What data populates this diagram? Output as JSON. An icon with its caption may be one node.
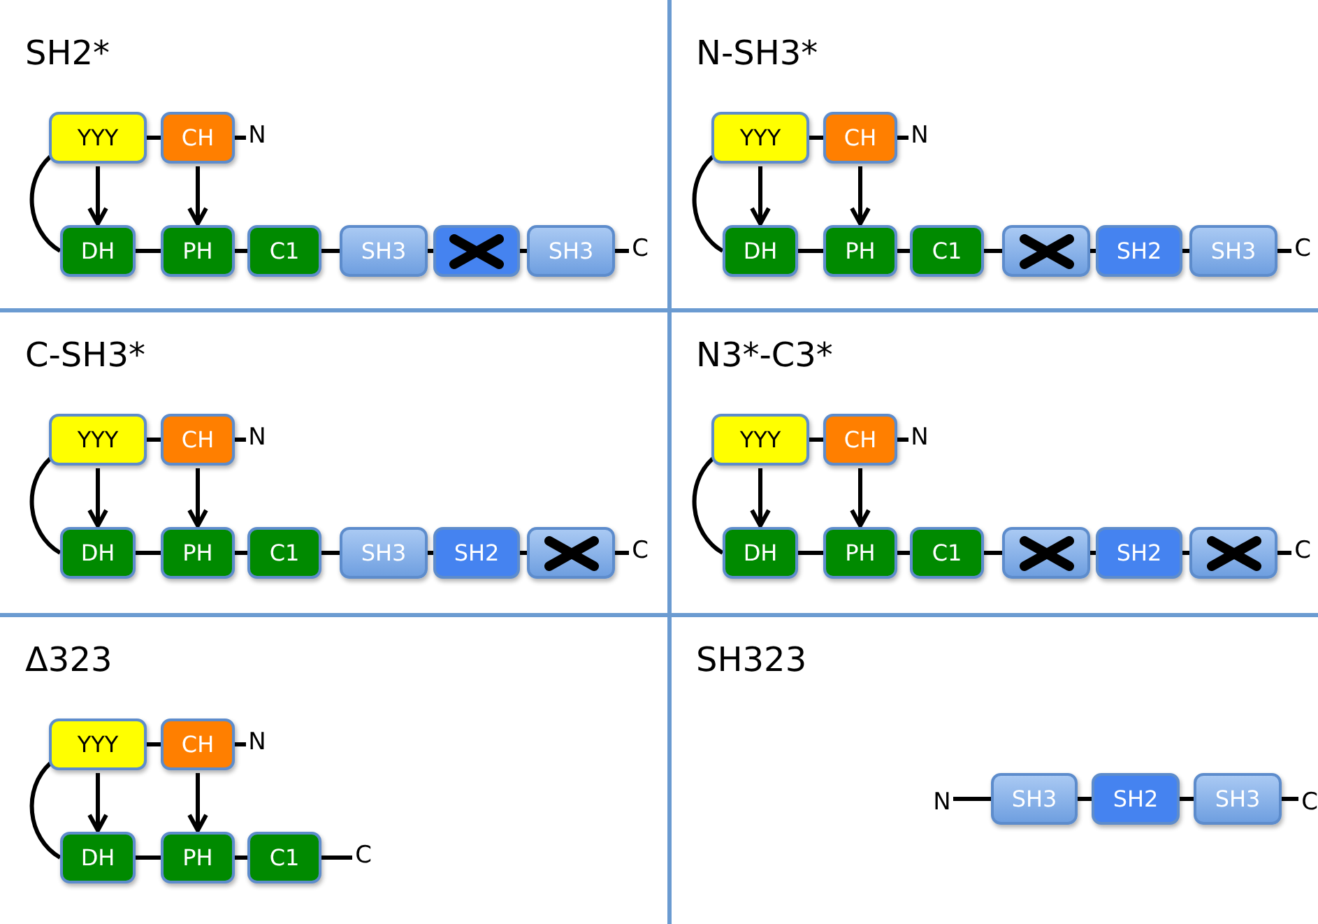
{
  "diagram": {
    "nodes": [
      {
        "text": [
          "SH2*"
        ]
      },
      {
        "text": [
          "YYY"
        ],
        "in": 0
      },
      {
        "text": [
          "CH"
        ],
        "in": 0
      },
      {
        "text": [
          "N"
        ],
        "in": 0
      },
      {
        "text": [
          "DH"
        ],
        "in": 0
      },
      {
        "text": [
          "PH"
        ],
        "in": 0
      },
      {
        "text": [
          "C1"
        ],
        "in": 0
      },
      {
        "text": [
          "SH3"
        ],
        "in": 0
      },
      {
        "text": [],
        "shape": "box",
        "in": 0
      },
      {
        "text": [
          "SH3"
        ],
        "in": 0
      },
      {
        "text": [
          "C"
        ],
        "in": 0
      },
      {
        "text": [
          "N-SH3*"
        ]
      },
      {
        "text": [
          "YYY"
        ],
        "in": 11
      },
      {
        "text": [
          "CH"
        ],
        "in": 11
      },
      {
        "text": [
          "N"
        ],
        "in": 11
      },
      {
        "text": [
          "DH"
        ],
        "in": 11
      },
      {
        "text": [
          "PH"
        ],
        "in": 11
      },
      {
        "text": [
          "C1"
        ],
        "in": 11
      },
      {
        "text": [],
        "shape": "box",
        "in": 11
      },
      {
        "text": [
          "SH2"
        ],
        "in": 11
      },
      {
        "text": [
          "SH3"
        ],
        "in": 11
      },
      {
        "text": [
          "C"
        ],
        "in": 11
      },
      {
        "text": [
          "C-SH3*"
        ]
      },
      {
        "text": [
          "YYY"
        ],
        "in": 22
      },
      {
        "text": [
          "CH"
        ],
        "in": 22
      },
      {
        "text": [
          "N"
        ],
        "in": 22
      },
      {
        "text": [
          "DH"
        ],
        "in": 22
      },
      {
        "text": [
          "PH"
        ],
        "in": 22
      },
      {
        "text": [
          "C1"
        ],
        "in": 22
      },
      {
        "text": [
          "SH3"
        ],
        "in": 22
      },
      {
        "text": [
          "SH2"
        ],
        "in": 22
      },
      {
        "text": [],
        "shape": "box",
        "in": 22
      },
      {
        "text": [
          "C"
        ],
        "in": 22
      },
      {
        "text": [
          "N3*-C3*"
        ]
      },
      {
        "text": [
          "YYY"
        ],
        "in": 33
      },
      {
        "text": [
          "CH"
        ],
        "in": 33
      },
      {
        "text": [
          "N"
        ],
        "in": 33
      },
      {
        "text": [
          "DH"
        ],
        "in": 33
      },
      {
        "text": [
          "PH"
        ],
        "in": 33
      },
      {
        "text": [
          "C1"
        ],
        "in": 33
      },
      {
        "text": [],
        "shape": "box",
        "in": 33
      },
      {
        "text": [
          "SH2"
        ],
        "in": 33
      },
      {
        "text": [],
        "shape": "box",
        "in": 33
      },
      {
        "text": [
          "C"
        ],
        "in": 33
      },
      {
        "text": [
          "Δ323"
        ]
      },
      {
        "text": [
          "YYY"
        ],
        "in": 44
      },
      {
        "text": [
          "CH"
        ],
        "in": 44
      },
      {
        "text": [
          "N"
        ],
        "in": 44
      },
      {
        "text": [
          "DH"
        ],
        "in": 44
      },
      {
        "text": [
          "PH"
        ],
        "in": 44
      },
      {
        "text": [
          "C1"
        ],
        "in": 44
      },
      {
        "text": [
          "C"
        ],
        "in": 44
      },
      {
        "text": [
          "SH323"
        ]
      },
      {
        "text": [
          "N"
        ],
        "in": 52
      },
      {
        "text": [
          "SH3"
        ],
        "in": 52
      },
      {
        "text": [
          "SH2"
        ],
        "in": 52
      },
      {
        "text": [
          "SH3"
        ],
        "in": 52
      },
      {
        "text": [
          "C"
        ],
        "in": 52
      }
    ],
    "edges": [
      {
        "from": 1,
        "to": 2,
        "arrow": "none"
      },
      {
        "from": 2,
        "to": 3,
        "arrow": "none"
      },
      {
        "from": 1,
        "to": 4,
        "arrow": "to"
      },
      {
        "from": 1,
        "to": 4,
        "arrow": "none"
      },
      {
        "from": 2,
        "to": 5,
        "arrow": "to"
      },
      {
        "from": 4,
        "to": 5,
        "arrow": "none"
      },
      {
        "from": 5,
        "to": 6,
        "arrow": "none"
      },
      {
        "from": 6,
        "to": 7,
        "arrow": "none"
      },
      {
        "from": 7,
        "to": 8,
        "arrow": "none"
      },
      {
        "from": 8,
        "to": 9,
        "arrow": "none"
      },
      {
        "from": 9,
        "to": 10,
        "arrow": "none"
      },
      {
        "from": 12,
        "to": 13,
        "arrow": "none"
      },
      {
        "from": 13,
        "to": 14,
        "arrow": "none"
      },
      {
        "from": 12,
        "to": 15,
        "arrow": "to"
      },
      {
        "from": 12,
        "to": 15,
        "arrow": "none"
      },
      {
        "from": 13,
        "to": 16,
        "arrow": "to"
      },
      {
        "from": 15,
        "to": 16,
        "arrow": "none"
      },
      {
        "from": 16,
        "to": 17,
        "arrow": "none"
      },
      {
        "from": 17,
        "to": 18,
        "arrow": "none"
      },
      {
        "from": 18,
        "to": 19,
        "arrow": "none"
      },
      {
        "from": 19,
        "to": 20,
        "arrow": "none"
      },
      {
        "from": 20,
        "to": 21,
        "arrow": "none"
      },
      {
        "from": 23,
        "to": 24,
        "arrow": "none"
      },
      {
        "from": 24,
        "to": 25,
        "arrow": "none"
      },
      {
        "from": 23,
        "to": 26,
        "arrow": "to"
      },
      {
        "from": 23,
        "to": 26,
        "arrow": "none"
      },
      {
        "from": 24,
        "to": 27,
        "arrow": "to"
      },
      {
        "from": 26,
        "to": 27,
        "arrow": "none"
      },
      {
        "from": 27,
        "to": 28,
        "arrow": "none"
      },
      {
        "from": 28,
        "to": 29,
        "arrow": "none"
      },
      {
        "from": 29,
        "to": 30,
        "arrow": "none"
      },
      {
        "from": 30,
        "to": 31,
        "arrow": "none"
      },
      {
        "from": 31,
        "to": 32,
        "arrow": "none"
      },
      {
        "from": 34,
        "to": 35,
        "arrow": "none"
      },
      {
        "from": 35,
        "to": 36,
        "arrow": "none"
      },
      {
        "from": 34,
        "to": 37,
        "arrow": "to"
      },
      {
        "from": 34,
        "to": 37,
        "arrow": "none"
      },
      {
        "from": 35,
        "to": 38,
        "arrow": "to"
      },
      {
        "from": 37,
        "to": 38,
        "arrow": "none"
      },
      {
        "from": 38,
        "to": 39,
        "arrow": "none"
      },
      {
        "from": 39,
        "to": 40,
        "arrow": "none"
      },
      {
        "from": 40,
        "to": 41,
        "arrow": "none"
      },
      {
        "from": 41,
        "to": 42,
        "arrow": "none"
      },
      {
        "from": 42,
        "to": 43,
        "arrow": "none"
      },
      {
        "from": 45,
        "to": 46,
        "arrow": "none"
      },
      {
        "from": 46,
        "to": 47,
        "arrow": "none"
      },
      {
        "from": 45,
        "to": 48,
        "arrow": "to"
      },
      {
        "from": 45,
        "to": 48,
        "arrow": "none"
      },
      {
        "from": 46,
        "to": 49,
        "arrow": "to"
      },
      {
        "from": 48,
        "to": 49,
        "arrow": "none"
      },
      {
        "from": 49,
        "to": 50,
        "arrow": "none"
      },
      {
        "from": 50,
        "to": 51,
        "arrow": "none"
      },
      {
        "from": 53,
        "to": 54,
        "arrow": "none"
      },
      {
        "from": 54,
        "to": 55,
        "arrow": "none"
      },
      {
        "from": 55,
        "to": 56,
        "arrow": "none"
      },
      {
        "from": 56,
        "to": 57,
        "arrow": "none"
      }
    ]
  }
}
